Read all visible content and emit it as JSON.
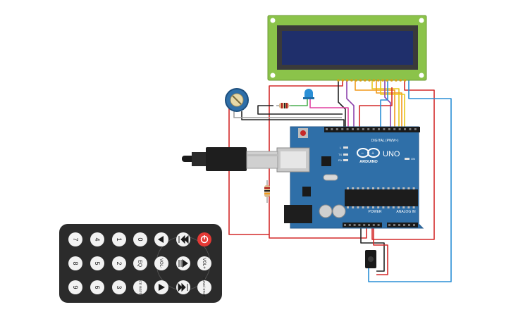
{
  "colors": {
    "lcd_pcb": "#8bc34a",
    "lcd_screen": "#1f2f6b",
    "arduino_board": "#2f6fa8",
    "wire_red": "#d42a2a",
    "wire_black": "#222222",
    "wire_blue": "#2b8fd6",
    "wire_orange": "#f29a1b",
    "wire_yellow": "#e8c81a",
    "wire_purple": "#8e44ad",
    "wire_green": "#4caf50",
    "wire_gray": "#9e9e9e",
    "wire_pink": "#e040a0",
    "remote_body": "#2b2b2b",
    "power_button": "#e53935"
  },
  "arduino": {
    "brand": "ARDUINO",
    "model": "UNO",
    "digital_label": "DIGITAL (PWM~)",
    "power_label": "POWER",
    "analog_label": "ANALOG IN",
    "tx": "TX",
    "rx": "RX",
    "on": "ON",
    "l": "L"
  },
  "remote": {
    "buttons": [
      {
        "label": "7",
        "kind": "num"
      },
      {
        "label": "4",
        "kind": "num"
      },
      {
        "label": "1",
        "kind": "num"
      },
      {
        "label": "0",
        "kind": "num"
      },
      {
        "label": "8",
        "kind": "num"
      },
      {
        "label": "5",
        "kind": "num"
      },
      {
        "label": "2",
        "kind": "num"
      },
      {
        "label": "EQ",
        "kind": "text"
      },
      {
        "label": "9",
        "kind": "num"
      },
      {
        "label": "6",
        "kind": "num"
      },
      {
        "label": "3",
        "kind": "num"
      },
      {
        "label": "ST/ REPT",
        "kind": "text"
      }
    ],
    "nav": {
      "vol_minus": "VOL-",
      "vol_plus": "VOL+",
      "func_stop": "FUNC/ STOP"
    },
    "icons": [
      "up-icon",
      "prev-icon",
      "play-pause-icon",
      "down-icon",
      "next-icon",
      "power-icon"
    ]
  }
}
